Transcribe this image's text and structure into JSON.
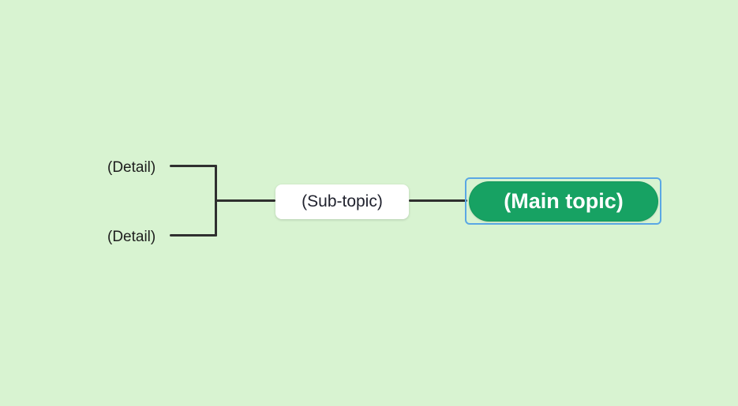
{
  "colors": {
    "canvas_background": "#d8f3d1",
    "connector": "#2f2f2f",
    "main_topic_fill": "#17a263",
    "main_topic_text": "#ffffff",
    "sub_topic_fill": "#ffffff",
    "sub_topic_text": "#20222e",
    "detail_text": "#1d1d1d",
    "selection_outline": "#5aa7e4"
  },
  "mindmap": {
    "main_topic": {
      "label": "(Main topic)",
      "selected": true
    },
    "sub_topic": {
      "label": "(Sub-topic)"
    },
    "details": [
      {
        "label": "(Detail)"
      },
      {
        "label": "(Detail)"
      }
    ]
  }
}
